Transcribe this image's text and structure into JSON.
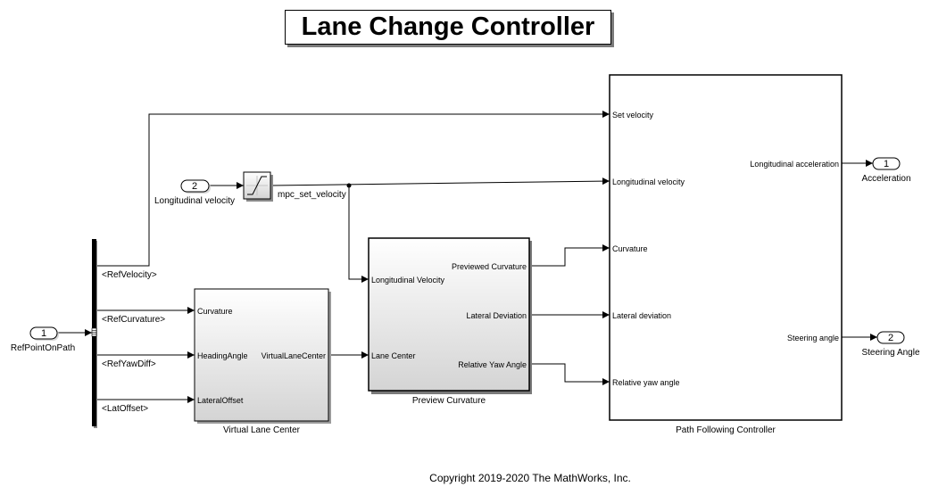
{
  "title": "Lane Change Controller",
  "copyright": "Copyright 2019-2020 The MathWorks, Inc.",
  "inports": [
    {
      "number": "1",
      "label": "RefPointOnPath"
    },
    {
      "number": "2",
      "label": "Longitudinal velocity"
    }
  ],
  "outports": [
    {
      "number": "1",
      "label": "Acceleration"
    },
    {
      "number": "2",
      "label": "Steering Angle"
    }
  ],
  "bus_selector": {
    "signals": [
      "<RefVelocity>",
      "<RefCurvature>",
      "<RefYawDiff>",
      "<LatOffset>"
    ]
  },
  "saturation_signal": "mpc_set_velocity",
  "blocks": {
    "virtual_lane_center": {
      "name": "Virtual Lane Center",
      "inputs": [
        "Curvature",
        "HeadingAngle",
        "LateralOffset"
      ],
      "outputs": [
        "VirtualLaneCenter"
      ]
    },
    "preview_curvature": {
      "name": "Preview Curvature",
      "inputs": [
        "Longitudinal Velocity",
        "Lane Center"
      ],
      "outputs": [
        "Previewed Curvature",
        "Lateral Deviation",
        "Relative Yaw Angle"
      ]
    },
    "path_following_controller": {
      "name": "Path Following Controller",
      "inputs": [
        "Set velocity",
        "Longitudinal velocity",
        "Curvature",
        "Lateral deviation",
        "Relative yaw angle"
      ],
      "outputs": [
        "Longitudinal acceleration",
        "Steering angle"
      ]
    }
  }
}
